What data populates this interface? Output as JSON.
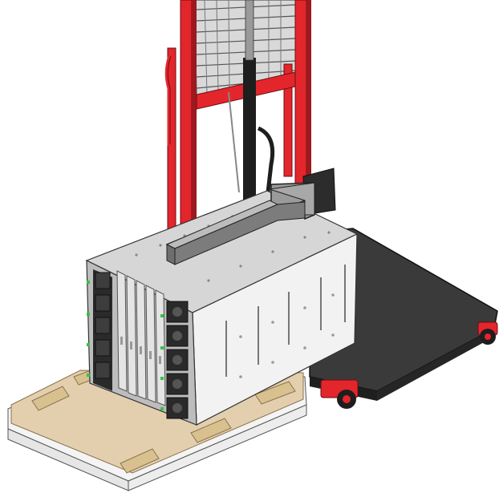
{
  "figure": {
    "components": [
      "lift-frame",
      "lift-platform",
      "server-chassis",
      "shipping-pallet",
      "direction-arrow"
    ],
    "colors": {
      "lift_red": "#e3262c",
      "lift_red_dark": "#9c1a1e",
      "mast_black": "#1e1e1e",
      "platform_top": "#3a3a3a",
      "platform_edge": "#1f1f1f",
      "chassis_top": "#d6d6d6",
      "chassis_side": "#f2f2f2",
      "chassis_front": "#bdbdbd",
      "pallet_wood": "#e3cfae",
      "pallet_edge": "#c9b08a",
      "pallet_white": "#f4f4f4",
      "arrow_grey": "#9a9a9a",
      "led_green": "#36c24a"
    }
  }
}
